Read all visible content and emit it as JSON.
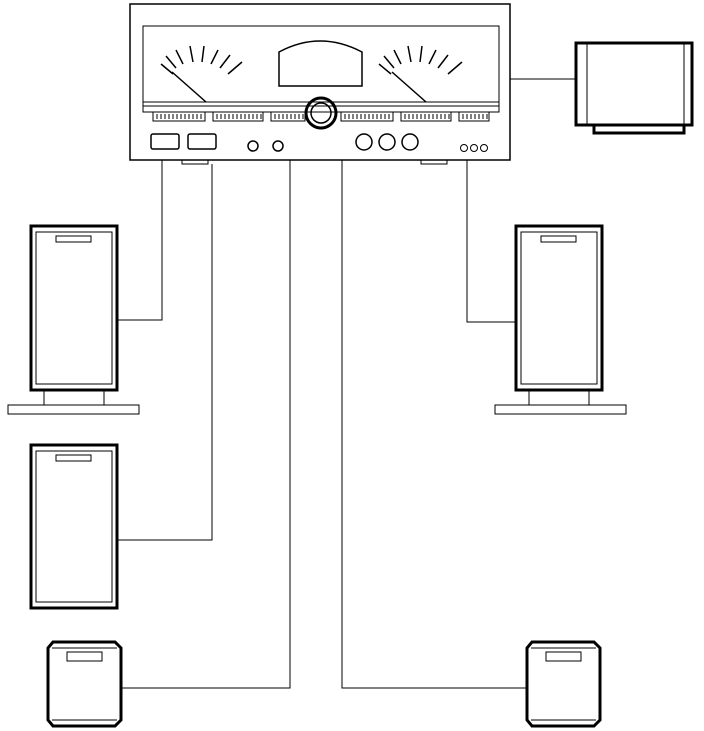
{
  "diagram": {
    "type": "home-theater-wiring",
    "components": [
      {
        "name": "receiver",
        "icon": "amplifier-icon"
      },
      {
        "name": "display",
        "icon": "monitor-icon"
      },
      {
        "name": "front-left",
        "icon": "tower-speaker-icon"
      },
      {
        "name": "front-right",
        "icon": "tower-speaker-icon"
      },
      {
        "name": "center",
        "icon": "speaker-icon"
      },
      {
        "name": "rear-left",
        "icon": "bookshelf-speaker-icon"
      },
      {
        "name": "rear-right",
        "icon": "bookshelf-speaker-icon"
      }
    ],
    "colors": {
      "stroke": "#000000",
      "background": "#ffffff"
    }
  }
}
